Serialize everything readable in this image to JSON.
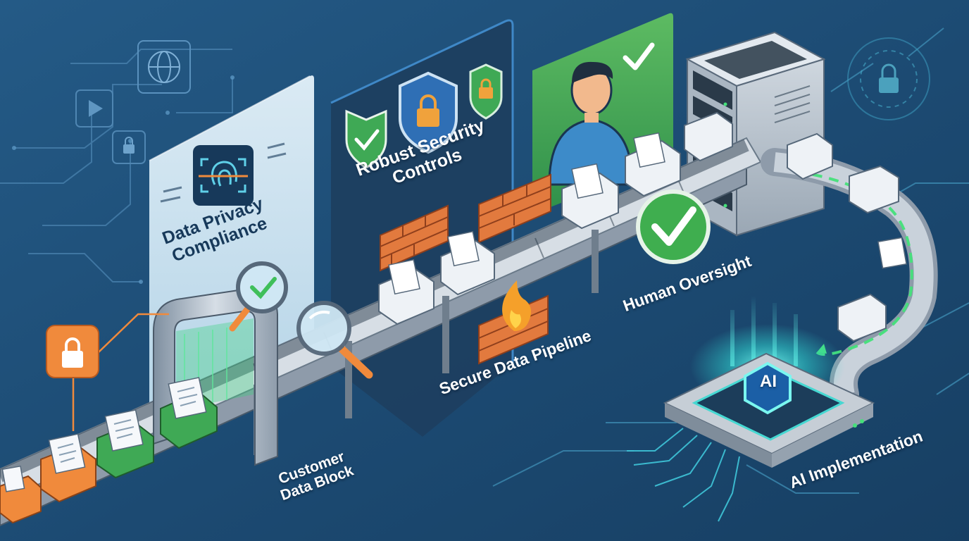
{
  "labels": {
    "data_privacy": [
      "Data Privacy",
      "Compliance"
    ],
    "security_controls": [
      "Robust Security",
      "Controls"
    ],
    "customer_data": [
      "Customer",
      "Data Block"
    ],
    "secure_pipeline": "Secure Data Pipeline",
    "human_oversight": "Human Oversight",
    "ai_implementation": "AI Implementation",
    "ai_chip": "AI"
  },
  "icons": [
    "globe-icon",
    "play-icon",
    "lock-icon",
    "fingerprint-icon",
    "shield-check-icon",
    "shield-lock-icon",
    "shield-padlock-icon",
    "magnifier-check-icon",
    "magnifier-icon",
    "firewall-icon",
    "fire-icon",
    "check-circle-icon",
    "check-icon",
    "person-icon",
    "server-icon",
    "ai-chip-icon",
    "padlock-badge-icon",
    "circuit-lock-icon"
  ],
  "colors": {
    "background": "#1d4b72",
    "privacy_panel": "#d8ecf7",
    "security_panel": "#1f4466",
    "oversight_panel": "#4fae5a",
    "accent_green": "#3fbf5a",
    "accent_orange": "#f08a3c",
    "brick": "#e27a3e",
    "ai_glow": "#35e0d8"
  }
}
